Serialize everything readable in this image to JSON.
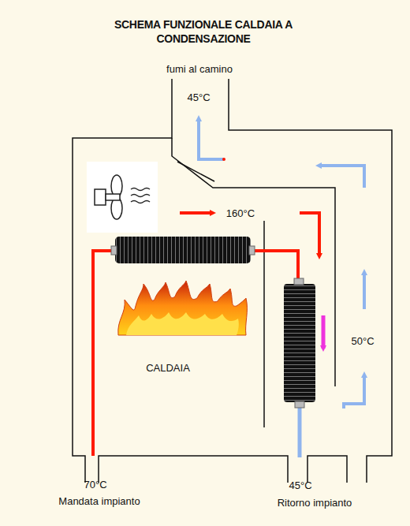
{
  "diagram": {
    "title": "SCHEMA FUNZIONALE CALDAIA A CONDENSAZIONE",
    "labels": [
      "fumi al camino",
      "45°C",
      "160°C",
      "CALDAIA",
      "50°C",
      "70°C",
      "Mandata impianto",
      "45°C",
      "Ritorno impianto"
    ]
  }
}
